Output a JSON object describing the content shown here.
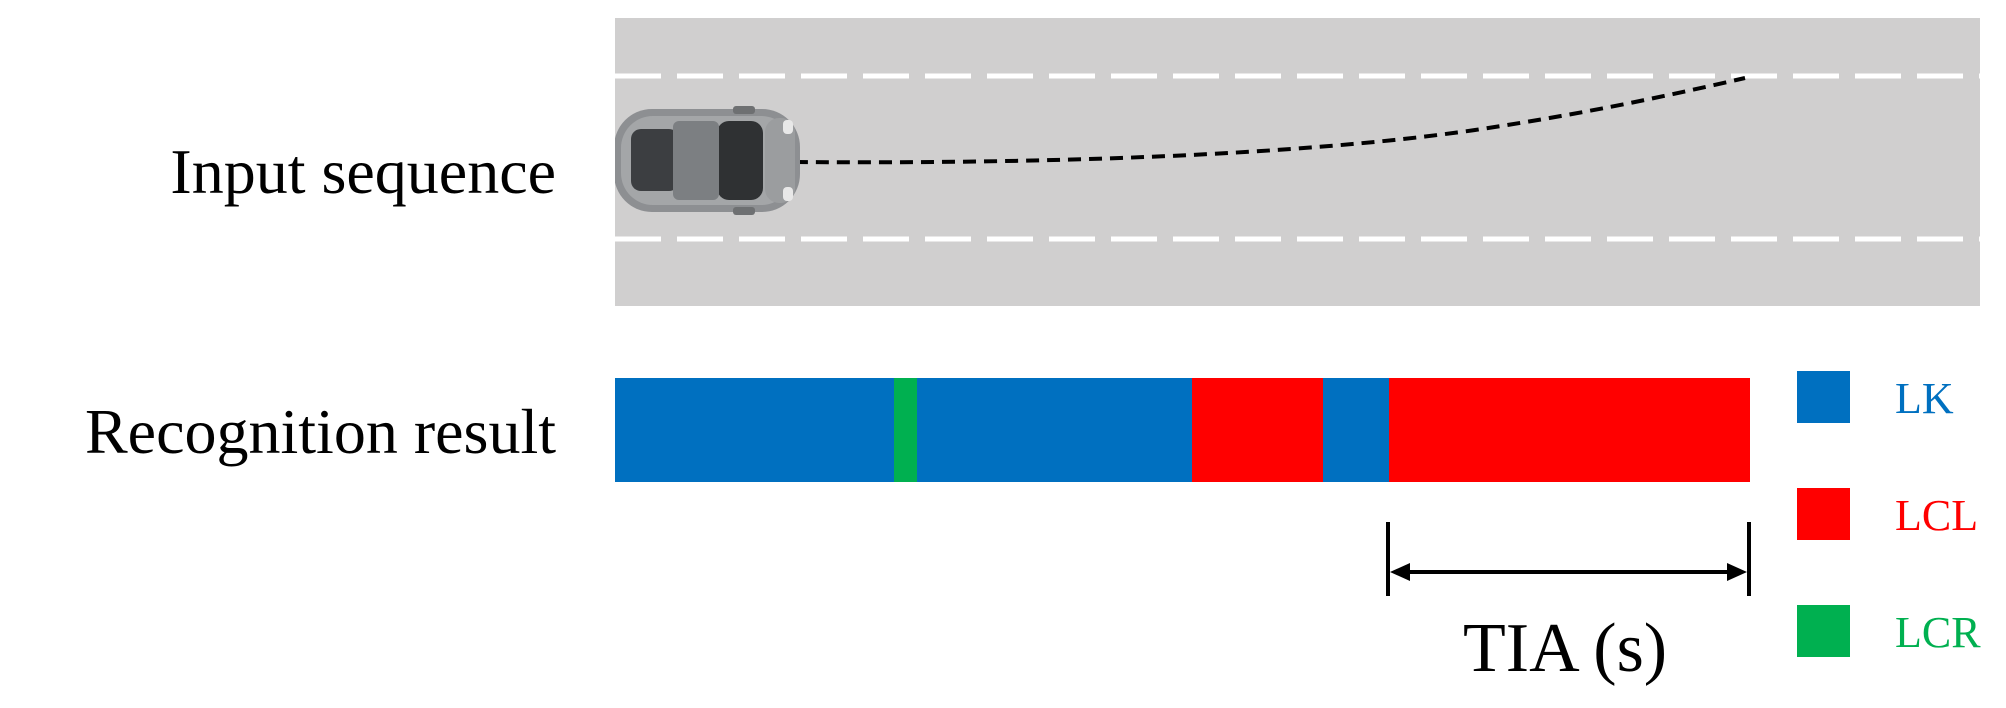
{
  "labels": {
    "input_sequence": "Input sequence",
    "recognition_result": "Recognition result",
    "tia": "TIA (s)"
  },
  "colors": {
    "LK": "#0070c0",
    "LCL": "#ff0000",
    "LCR": "#00b050",
    "road": "#d0cfcf",
    "lane_marking": "#ffffff",
    "trajectory": "#000000"
  },
  "recognition_sequence": [
    {
      "class": "LK",
      "fraction": 0.246
    },
    {
      "class": "LCR",
      "fraction": 0.02
    },
    {
      "class": "LK",
      "fraction": 0.242
    },
    {
      "class": "LCL",
      "fraction": 0.116
    },
    {
      "class": "LK",
      "fraction": 0.058
    },
    {
      "class": "LCL",
      "fraction": 0.318
    }
  ],
  "legend": [
    {
      "key": "LK",
      "label": "LK"
    },
    {
      "key": "LCL",
      "label": "LCL"
    },
    {
      "key": "LCR",
      "label": "LCR"
    }
  ],
  "icons": {
    "vehicle": "car-top-view-icon"
  }
}
